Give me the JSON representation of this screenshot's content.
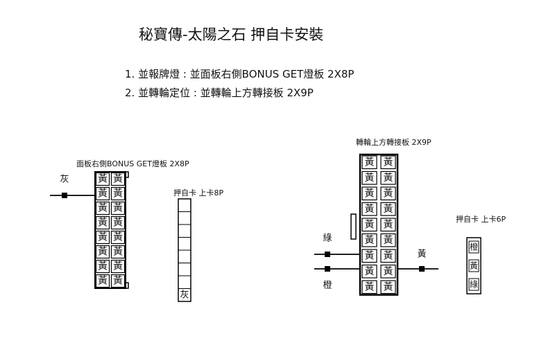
{
  "title": "秘寶傳-太陽之石 押自卡安裝",
  "steps": [
    "1. 並報牌燈 : 並面板右側BONUS GET燈板 2X8P",
    "2. 並轉輪定位 : 並轉輪上方轉接板 2X9P"
  ],
  "left_board": {
    "label": "面板右側BONUS GET燈板 2X8P",
    "pin_text": "黃",
    "wire_label": "灰"
  },
  "left_card": {
    "label": "押自卡 上卡8P",
    "pin_text": "灰"
  },
  "right_board": {
    "label": "轉輪上方轉接板 2X9P",
    "pin_text": "黃",
    "wire_green": "綠",
    "wire_orange": "橙",
    "wire_yellow": "黃"
  },
  "right_card": {
    "label": "押自卡 上卡6P",
    "pins": [
      "橙",
      "黃",
      "綠"
    ]
  }
}
